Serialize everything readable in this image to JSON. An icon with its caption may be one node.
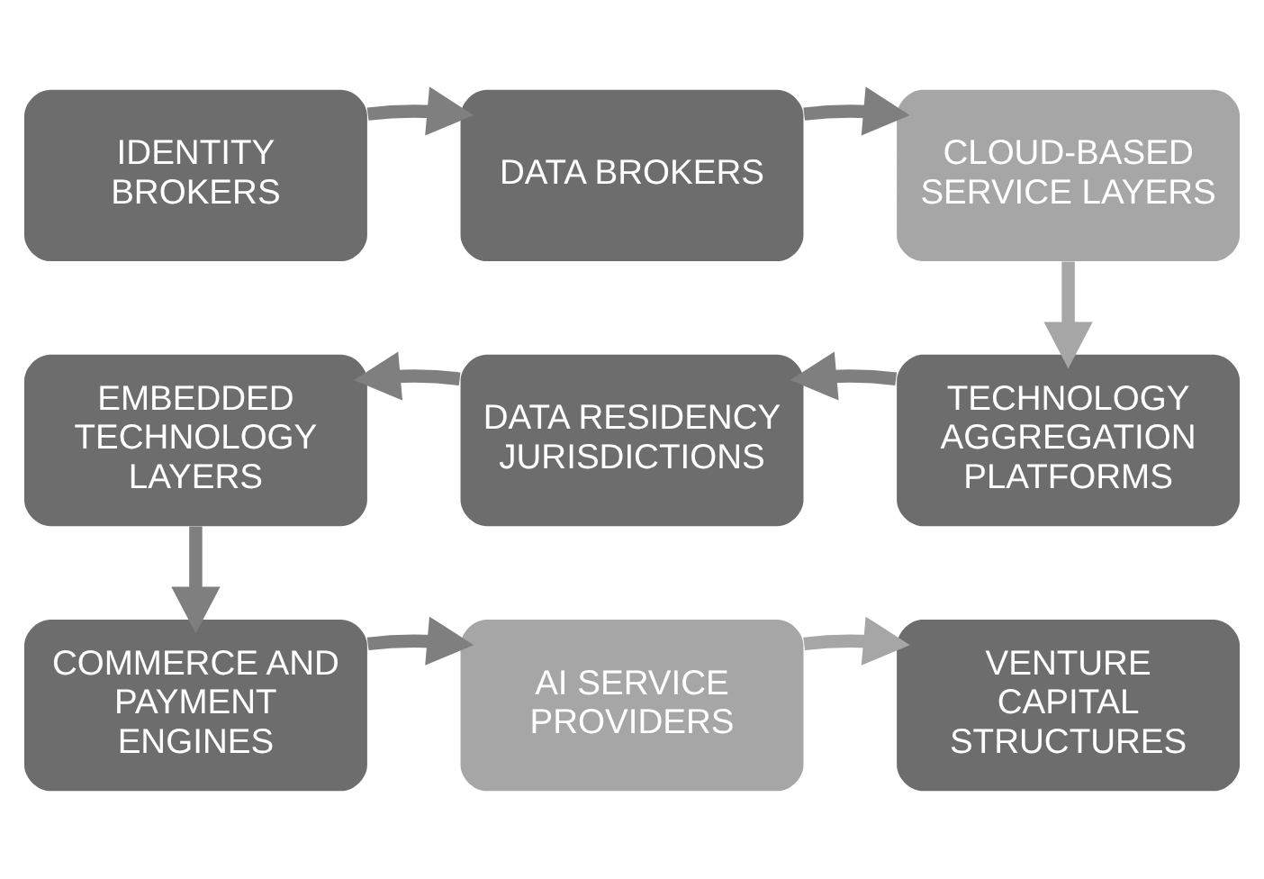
{
  "diagram": {
    "nodes": [
      {
        "text": [
          "IDENTITY BROKERS"
        ]
      },
      {
        "text": [
          "DATA BROKERS"
        ]
      },
      {
        "text": [
          "CLOUD-BASED SERVICE LAYERS"
        ]
      },
      {
        "text": [
          "EMBEDDED TECHNOLOGY LAYERS"
        ]
      },
      {
        "text": [
          "DATA RESIDENCY JURISDICTIONS"
        ]
      },
      {
        "text": [
          "TECHNOLOGY AGGREGATION PLATFORMS"
        ]
      },
      {
        "text": [
          "COMMERCE AND PAYMENT ENGINES"
        ]
      },
      {
        "text": [
          "AI SERVICE PROVIDERS"
        ]
      },
      {
        "text": [
          "VENTURE CAPITAL STRUCTURES"
        ]
      }
    ],
    "edges": [
      {
        "from": 0,
        "to": 1,
        "arrow": "to"
      },
      {
        "from": 1,
        "to": 2,
        "arrow": "to"
      },
      {
        "from": 2,
        "to": 5,
        "arrow": "to",
        "color": "#a6a6a6"
      },
      {
        "from": 5,
        "to": 4,
        "arrow": "to"
      },
      {
        "from": 4,
        "to": 3,
        "arrow": "to"
      },
      {
        "from": 3,
        "to": 6,
        "arrow": "to"
      },
      {
        "from": 6,
        "to": 7,
        "arrow": "to"
      },
      {
        "from": 7,
        "to": 8,
        "arrow": "to",
        "color": "#a6a6a6"
      }
    ]
  }
}
